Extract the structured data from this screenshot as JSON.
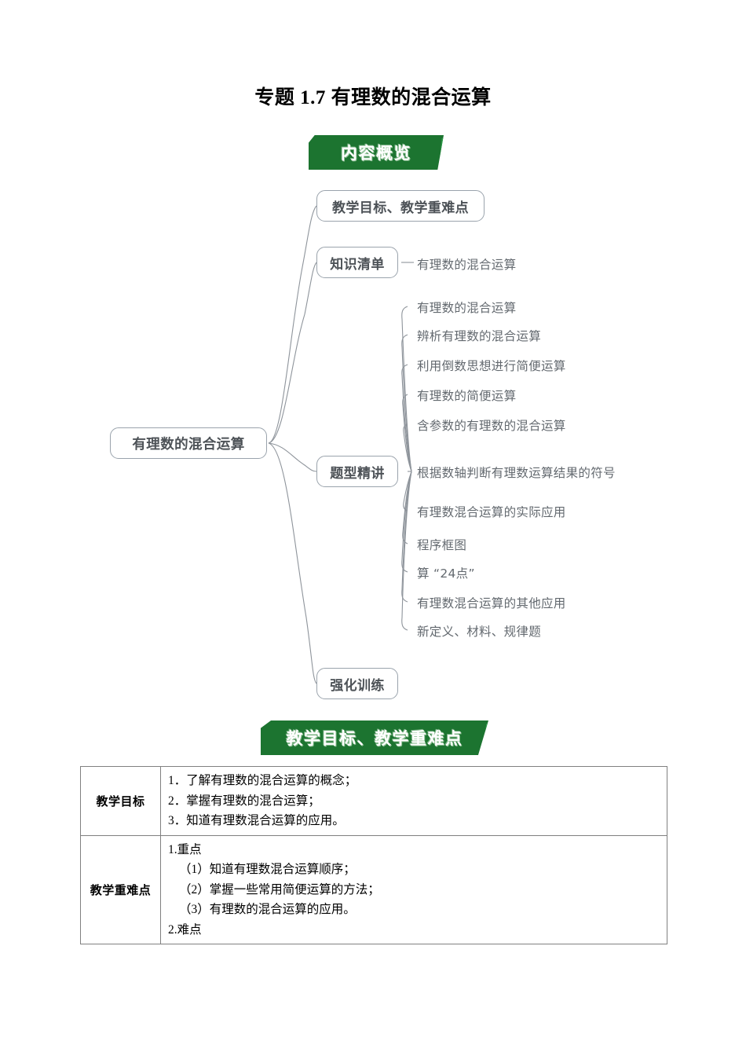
{
  "document": {
    "title": "专题 1.7  有理数的混合运算"
  },
  "banners": {
    "overview": "内容概览",
    "goals": "教学目标、教学重难点"
  },
  "colors": {
    "banner_green": "#1c7430",
    "banner_accent_green": "#2d9c4a",
    "node_border": "#9aa3ac",
    "node_text": "#4d5257",
    "leaf_text": "#63696f",
    "table_border": "#808080"
  },
  "mindmap": {
    "root": "有理数的混合运算",
    "branches": [
      {
        "label": "教学目标、教学重难点",
        "children": []
      },
      {
        "label": "知识清单",
        "children": [
          "有理数的混合运算"
        ]
      },
      {
        "label": "题型精讲",
        "children": [
          "有理数的混合运算",
          "辨析有理数的混合运算",
          "利用倒数思想进行简便运算",
          "有理数的简便运算",
          "含参数的有理数的混合运算",
          "根据数轴判断有理数运算结果的符号",
          "有理数混合运算的实际应用",
          "程序框图",
          "算 “24点”",
          "有理数混合运算的其他应用",
          "新定义、材料、规律题"
        ]
      },
      {
        "label": "强化训练",
        "children": []
      }
    ]
  },
  "table": {
    "rows": [
      {
        "header": "教学目标",
        "lines": [
          "1．了解有理数的混合运算的概念；",
          "2．掌握有理数的混合运算；",
          "3．知道有理数混合运算的应用。"
        ]
      },
      {
        "header": "教学重难点",
        "lines": [
          "1.重点",
          "（1）知道有理数混合运算顺序；",
          "（2）掌握一些常用简便运算的方法；",
          "（3）有理数的混合运算的应用。",
          "2.难点"
        ]
      }
    ]
  }
}
